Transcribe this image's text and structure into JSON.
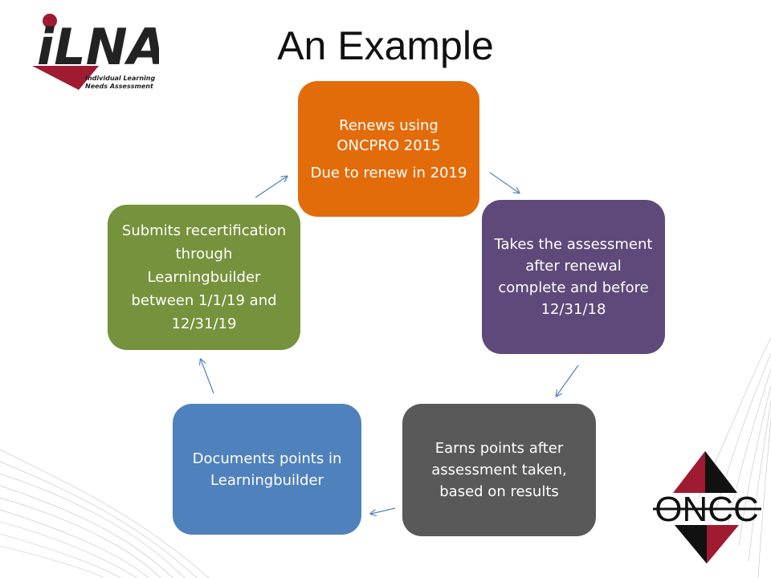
{
  "slide": {
    "title": "An Example"
  },
  "logos": {
    "ilna": {
      "wordmark": "iLNA",
      "tagline_1": "Individual Learning",
      "tagline_2": "Needs Assessment"
    },
    "oncc": {
      "wordmark": "ONCC"
    }
  },
  "cycle": {
    "steps": [
      {
        "lines": [
          "Renews using ONCPRO 2015",
          "Due to renew in 2019"
        ]
      },
      {
        "lines": [
          "Takes the assessment after renewal complete and before 12/31/18"
        ]
      },
      {
        "lines": [
          "Earns points after assessment taken, based on results"
        ]
      },
      {
        "lines": [
          "Documents points in Learningbuilder"
        ]
      },
      {
        "lines": [
          "Submits recertification through Learningbuilder between  1/1/19 and 12/31/19"
        ]
      }
    ]
  },
  "colors": {
    "step_1": "#E36C0A",
    "step_2": "#5F497A",
    "step_3": "#595959",
    "step_4": "#4F81BD",
    "step_5": "#76923C",
    "arrow": "#4F81BD",
    "logo_red": "#9E1B32"
  }
}
